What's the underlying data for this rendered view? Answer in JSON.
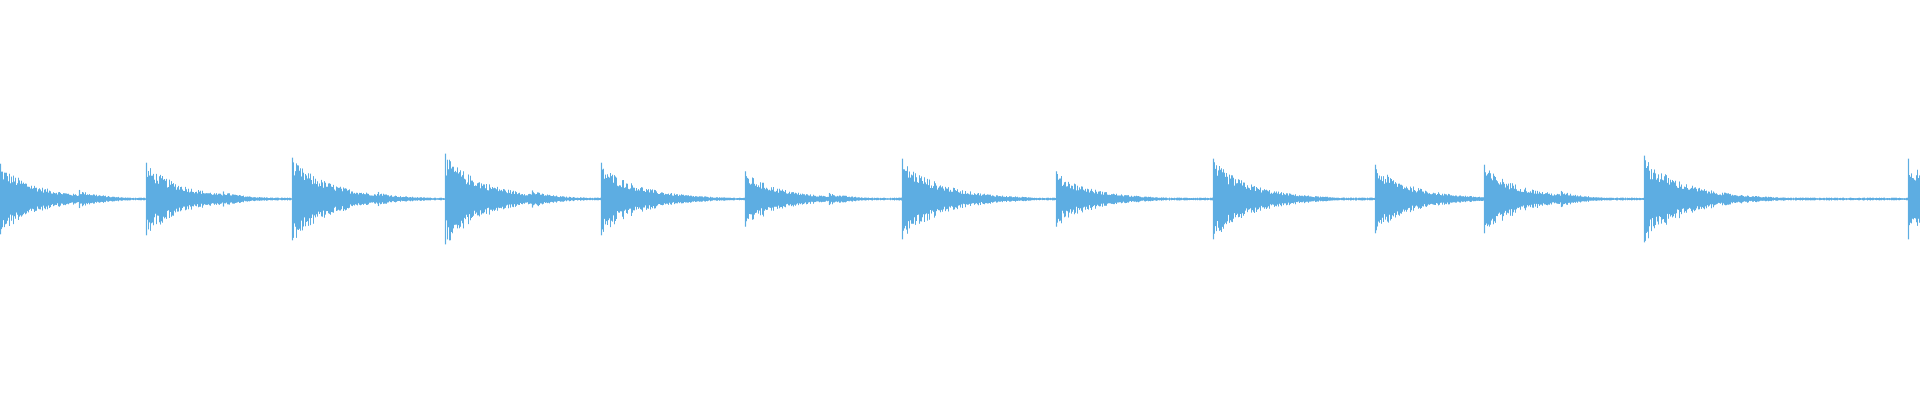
{
  "waveform": {
    "color": "#5DADE2",
    "background": "#FFFFFF",
    "onsets": [
      {
        "time": 0.0,
        "amplitude": 0.7,
        "decay": 0.55
      },
      {
        "time": 0.041,
        "amplitude": 0.18,
        "decay": 0.25
      },
      {
        "time": 0.076,
        "amplitude": 0.72,
        "decay": 0.55
      },
      {
        "time": 0.116,
        "amplitude": 0.15,
        "decay": 0.25
      },
      {
        "time": 0.152,
        "amplitude": 0.82,
        "decay": 0.6
      },
      {
        "time": 0.197,
        "amplitude": 0.14,
        "decay": 0.25
      },
      {
        "time": 0.232,
        "amplitude": 0.9,
        "decay": 0.6
      },
      {
        "time": 0.277,
        "amplitude": 0.17,
        "decay": 0.25
      },
      {
        "time": 0.313,
        "amplitude": 0.72,
        "decay": 0.55
      },
      {
        "time": 0.388,
        "amplitude": 0.55,
        "decay": 0.5
      },
      {
        "time": 0.432,
        "amplitude": 0.12,
        "decay": 0.25
      },
      {
        "time": 0.47,
        "amplitude": 0.8,
        "decay": 0.6
      },
      {
        "time": 0.55,
        "amplitude": 0.55,
        "decay": 0.5
      },
      {
        "time": 0.632,
        "amplitude": 0.8,
        "decay": 0.55
      },
      {
        "time": 0.716,
        "amplitude": 0.68,
        "decay": 0.55
      },
      {
        "time": 0.773,
        "amplitude": 0.68,
        "decay": 0.55
      },
      {
        "time": 0.813,
        "amplitude": 0.16,
        "decay": 0.25
      },
      {
        "time": 0.856,
        "amplitude": 0.86,
        "decay": 0.62
      },
      {
        "time": 0.994,
        "amplitude": 0.8,
        "decay": 0.55
      }
    ],
    "noise_floor": 0.03
  }
}
